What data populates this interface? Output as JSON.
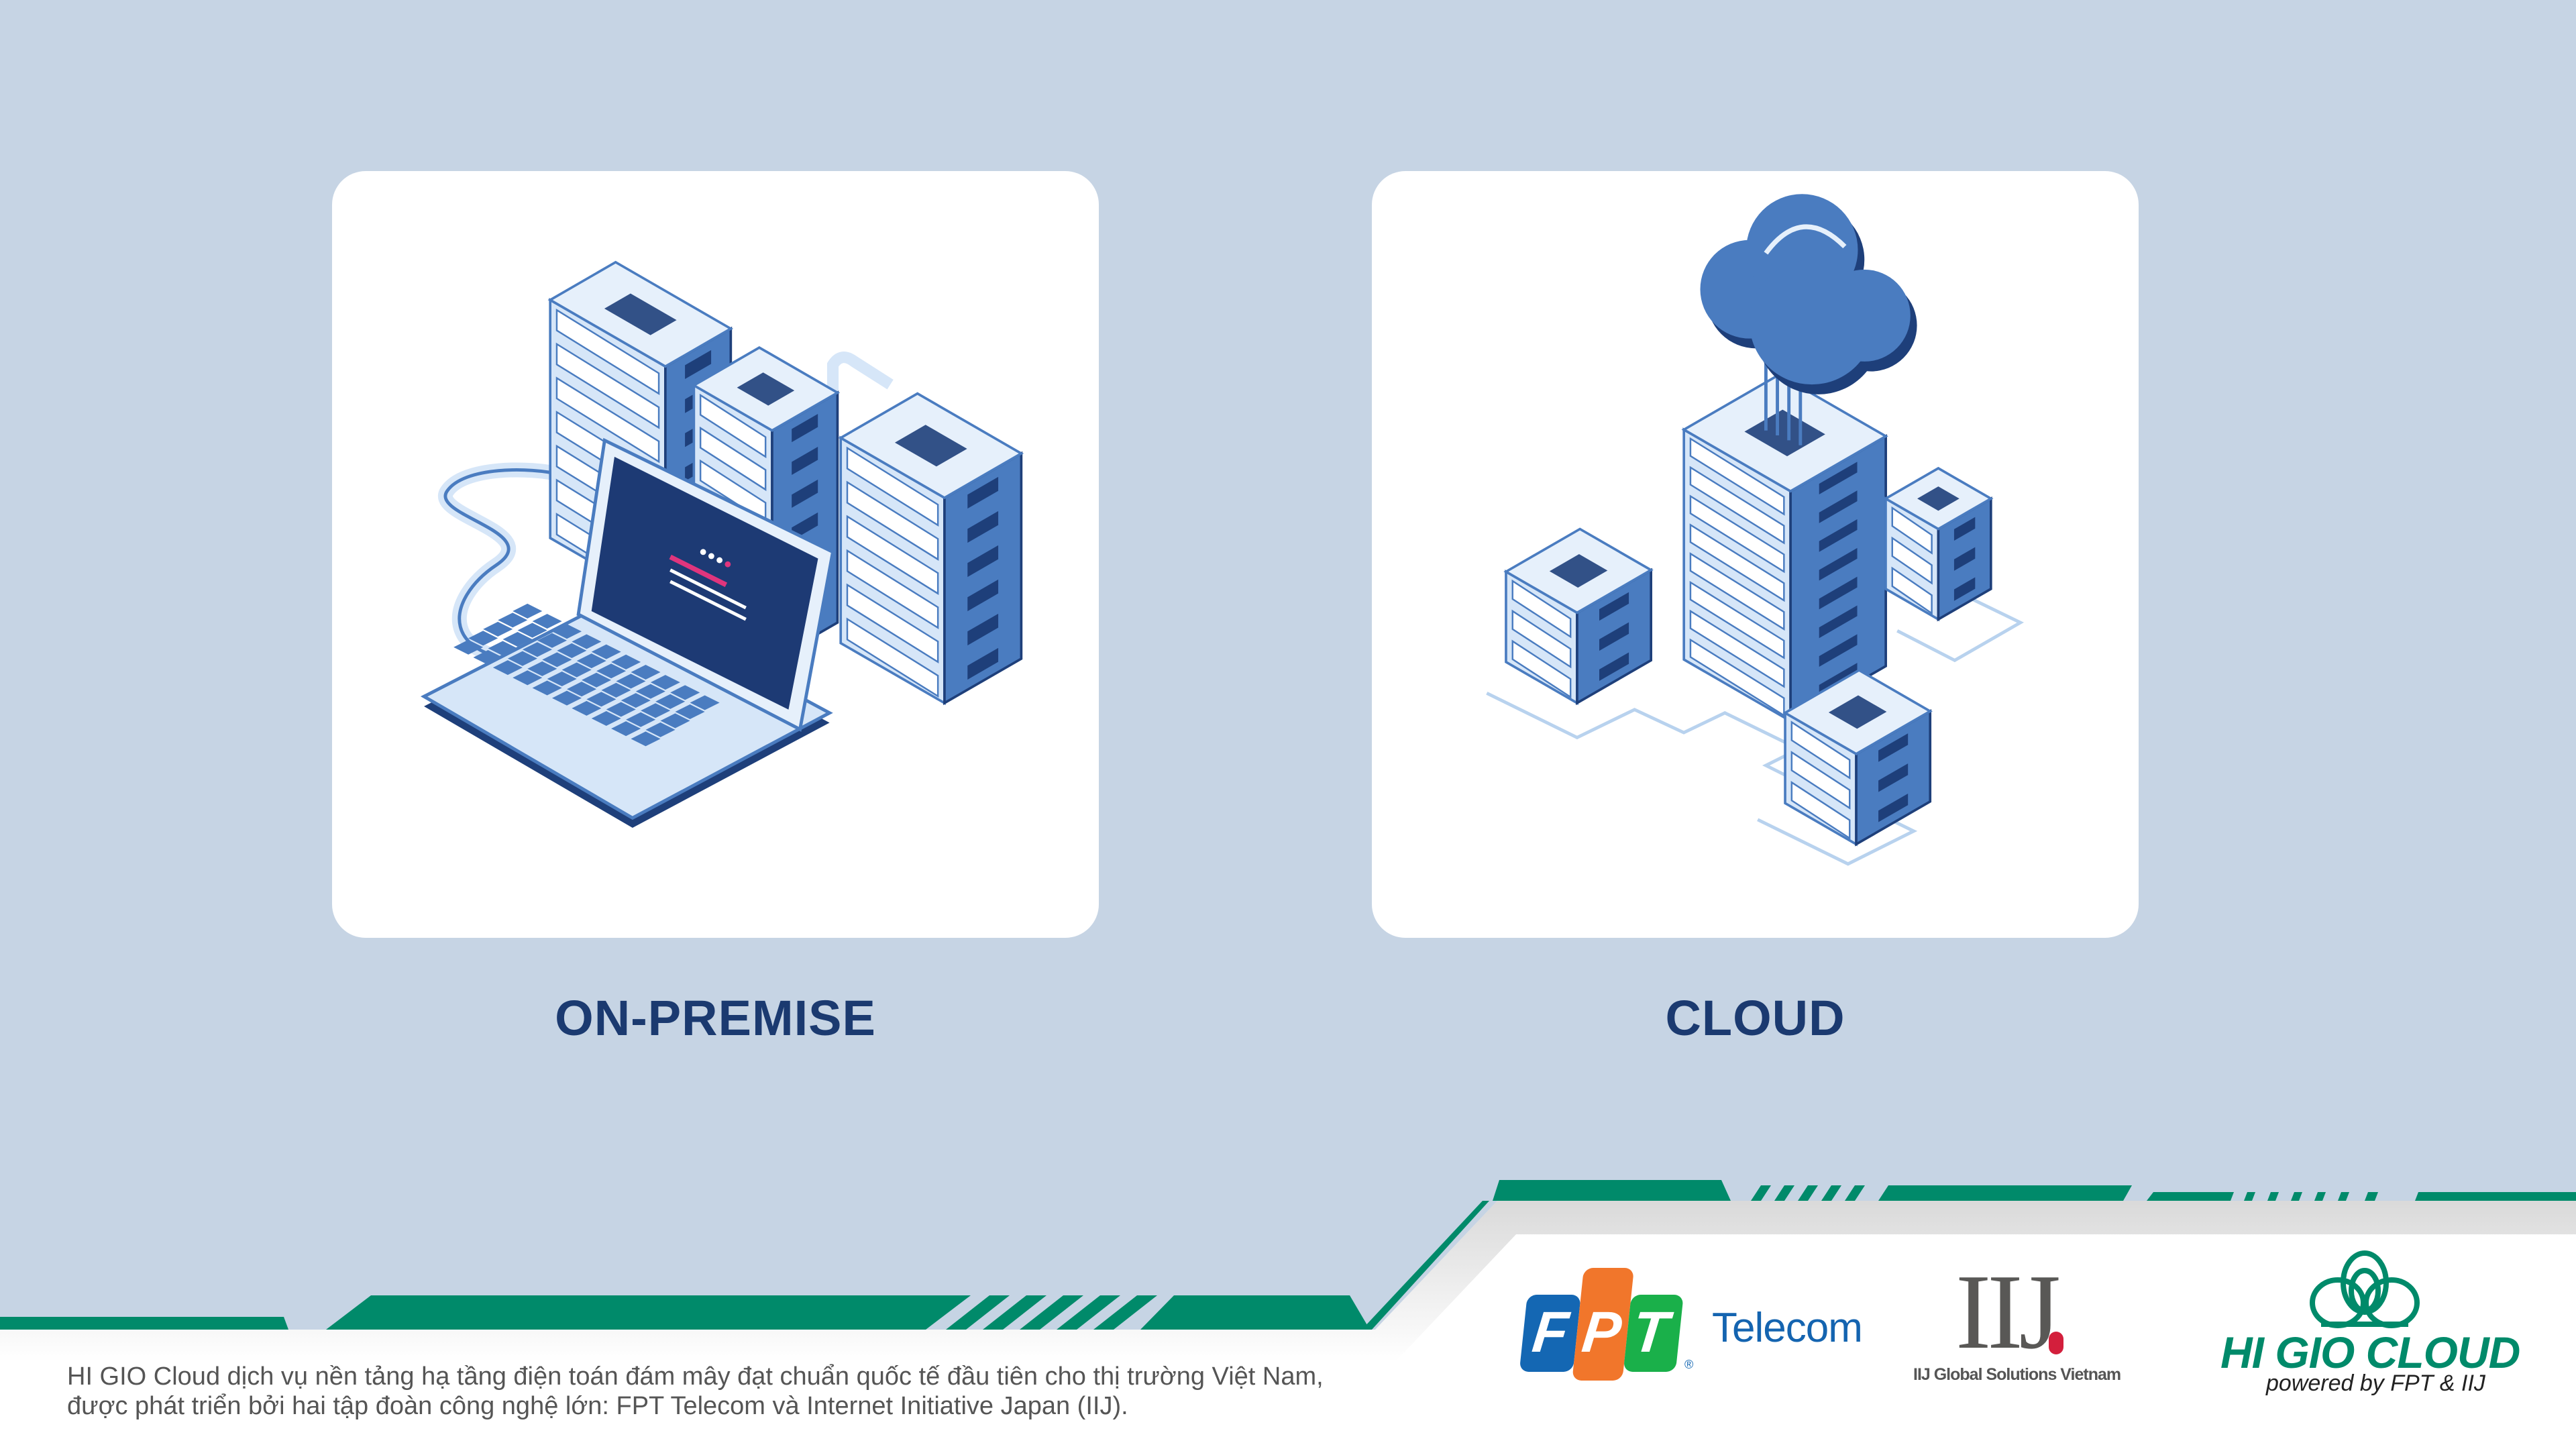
{
  "cards": [
    {
      "id": "on-premise",
      "title": "ON-PREMISE",
      "illustration": "servers-and-laptop"
    },
    {
      "id": "cloud",
      "title": "CLOUD",
      "illustration": "cloud-connected-servers"
    }
  ],
  "footer": {
    "description_line1": "HI GIO Cloud dịch vụ nền tảng hạ tầng điện toán đám mây đạt chuẩn quốc tế đầu tiên cho thị trường Việt Nam,",
    "description_line2": "được phát triển bởi hai tập đoàn công nghệ lớn: FPT Telecom và Internet Initiative Japan (IIJ).",
    "logos": {
      "fpt": {
        "mark": "FPT",
        "text": "Telecom"
      },
      "iij": {
        "mark": "IIJ",
        "subtitle": "IIJ Global Solutions Vietnam"
      },
      "higio": {
        "name": "HI GIO CLOUD",
        "tagline": "powered by FPT & IIJ"
      }
    }
  },
  "colors": {
    "background": "#c6d4e4",
    "title": "#1b3a70",
    "green": "#008a6a",
    "dark_blue": "#1e3f7a",
    "mid_blue": "#4a7cc0",
    "light_blue": "#d6e6f8"
  }
}
